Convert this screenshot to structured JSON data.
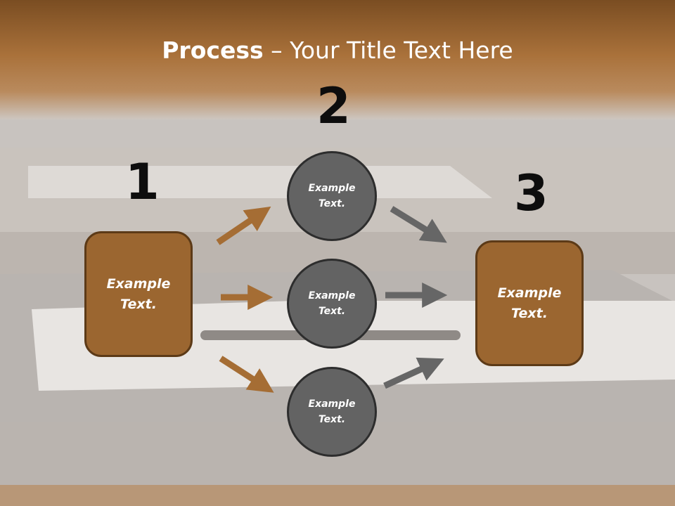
{
  "title": {
    "bold": "Process",
    "rest": " – Your Title Text Here"
  },
  "steps": [
    {
      "number": "1",
      "text": "Example\nText."
    },
    {
      "number": "2"
    },
    {
      "number": "3",
      "text": "Example\nText."
    }
  ],
  "circles": [
    {
      "text": "Example\nText."
    },
    {
      "text": "Example\nText."
    },
    {
      "text": "Example\nText."
    }
  ],
  "colors": {
    "brown_box": "#9b6630",
    "brown_arrow": "#a56d34",
    "gray_circle": "#636363",
    "gray_arrow": "#666666",
    "header_band": "#8a5a2c"
  }
}
